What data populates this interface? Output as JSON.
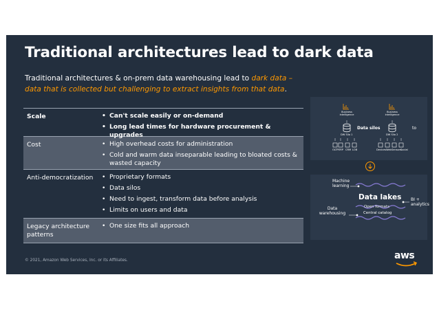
{
  "slide": {
    "title": "Traditional architectures lead to dark data",
    "subtitle_part1": "Traditional architectures & on-prem data warehousing lead to ",
    "subtitle_highlight": "dark data – data that is collected but challenging to extract insights from that data",
    "subtitle_end": ".",
    "footer": "© 2021, Amazon Web Services, Inc. or its Affiliates.",
    "logo": "aws"
  },
  "table": {
    "rows": [
      {
        "label": "Scale",
        "items": [
          "Can't scale easily or on-demand",
          "Long lead times for hardware procurement & upgrades"
        ]
      },
      {
        "label": "Cost",
        "items": [
          "High overhead costs for administration",
          "Cold and warm data inseparable leading to bloated costs & wasted capacity"
        ]
      },
      {
        "label": "Anti-democratization",
        "items": [
          "Proprietary formats",
          "Data silos",
          "Need to ingest, transform data before analysis",
          "Limits on users and data"
        ]
      },
      {
        "label": "Legacy architecture patterns",
        "items": [
          "One size fits all approach"
        ]
      }
    ]
  },
  "diagram": {
    "bi_left": "Business intelligence",
    "bi_right": "Business intelligence",
    "dw_left": "DW Silo 1",
    "dw_right": "DW Silo 2",
    "silos_label": "Data silos",
    "to_label": "to",
    "sources_left": [
      "OLTP",
      "ERP",
      "CRM",
      "LOB"
    ],
    "sources_right": [
      "Devices",
      "Web",
      "Sensors",
      "Social"
    ],
    "machine_learning": "Machine learning",
    "bi_analytics": "BI + analytics",
    "data_warehousing": "Data warehousing",
    "lake_title": "Data lakes",
    "lake_line1": "Open formats",
    "lake_line2": "Central catalog"
  },
  "colors": {
    "background": "#232f3e",
    "row_shade": "#535d6c",
    "accent": "#ff9900",
    "wave": "#8a7dd8"
  }
}
